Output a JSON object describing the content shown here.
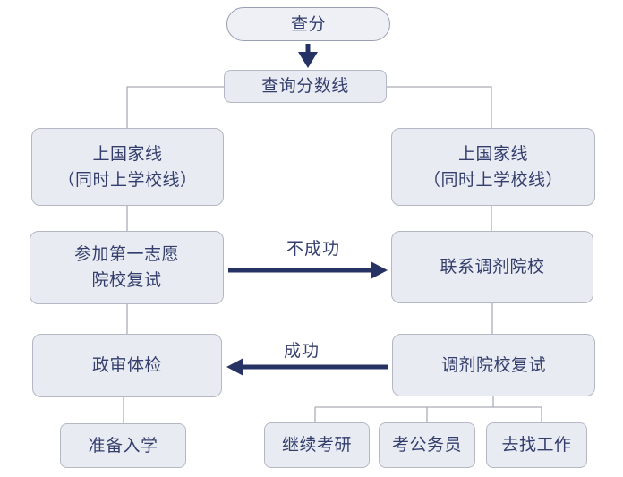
{
  "nodes": {
    "check_score": {
      "label": "查分"
    },
    "check_cutoff": {
      "label": "查询分数线"
    },
    "left_branch": {
      "label": "上国家线\n（同时上学校线）"
    },
    "right_branch": {
      "label": "上国家线\n（同时上学校线）"
    },
    "first_choice_retest": {
      "label": "参加第一志愿\n院校复试"
    },
    "contact_adjustment": {
      "label": "联系调剂院校"
    },
    "political_review": {
      "label": "政审体检"
    },
    "adjustment_retest": {
      "label": "调剂院校复试"
    },
    "prepare_enrollment": {
      "label": "准备入学"
    },
    "continue_exam": {
      "label": "继续考研"
    },
    "civil_servant_exam": {
      "label": "考公务员"
    },
    "find_job": {
      "label": "去找工作"
    }
  },
  "edges": {
    "unsuccessful_label": "不成功",
    "successful_label": "成功"
  },
  "colors": {
    "node_fill": "#e9ebf2",
    "node_border": "#b4b7c4",
    "pill_fill": "#eef0f6",
    "pill_border": "#9aa0b4",
    "text": "#333e6c",
    "arrow": "#263263",
    "connector": "#aaadb8"
  }
}
